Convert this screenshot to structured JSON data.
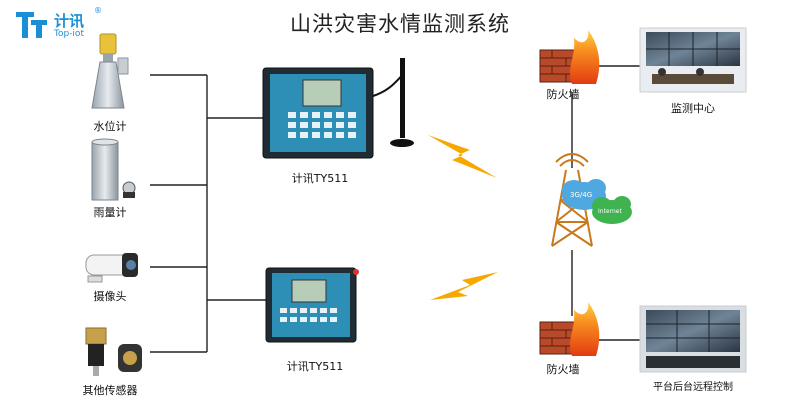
{
  "title": "山洪灾害水情监测系统",
  "logo": {
    "brand": "计讯",
    "sub": "Top-iot",
    "reg": "®"
  },
  "sensors": [
    {
      "label": "水位计"
    },
    {
      "label": "雨量计"
    },
    {
      "label": "摄像头"
    },
    {
      "label": "其他传感器"
    }
  ],
  "rtus": [
    {
      "label": "计讯TY511"
    },
    {
      "label": "计讯TY511"
    }
  ],
  "network": {
    "firewall_top": "防火墙",
    "firewall_bottom": "防火墙",
    "cloud_3g": "3G/4G",
    "cloud_internet": "Internet"
  },
  "destinations": [
    {
      "label": "监测中心"
    },
    {
      "label": "平台后台远程控制"
    }
  ],
  "colors": {
    "brand": "#1a8fd6",
    "line": "#222222",
    "flash": "#f5a800",
    "tower": "#c9781c",
    "firewall": "#b84a2a",
    "panel": "#2d8fb5"
  }
}
